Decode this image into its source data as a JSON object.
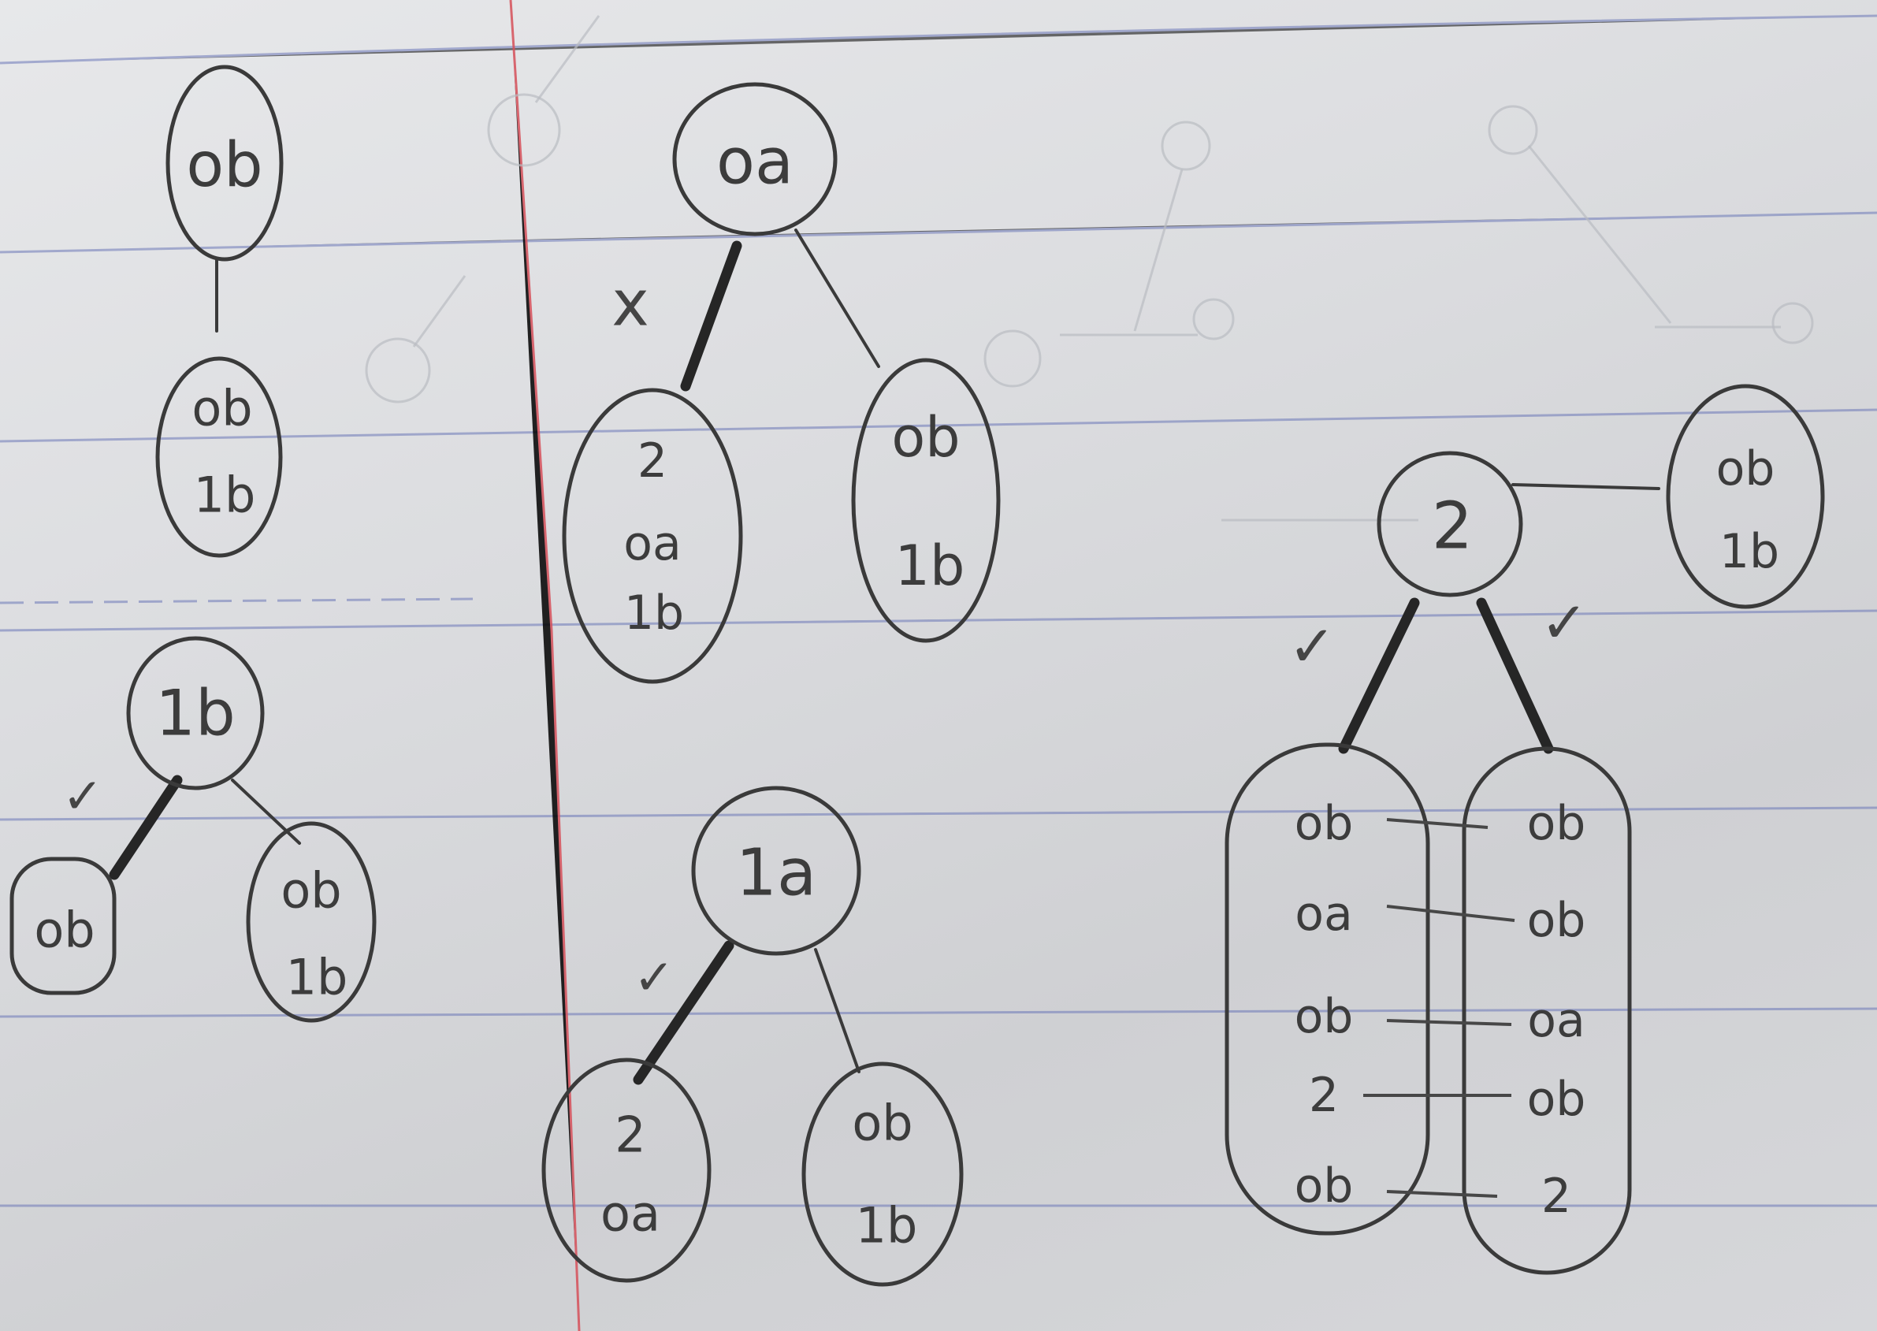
{
  "diagram": {
    "tree_top_left": {
      "root": "ob",
      "child": [
        "ob",
        "1b"
      ]
    },
    "tree_top_middle": {
      "root": "oa",
      "left_mark": "x",
      "left_child": [
        "2",
        "oa",
        "1b"
      ],
      "right_child": [
        "ob",
        "1b"
      ]
    },
    "tree_bottom_left": {
      "root": "1b",
      "left_mark": "✓",
      "left_child": [
        "ob"
      ],
      "right_child": [
        "ob",
        "1b"
      ]
    },
    "tree_bottom_middle": {
      "root": "1a",
      "left_mark": "✓",
      "left_child": [
        "2",
        "oa"
      ],
      "right_child": [
        "ob",
        "1b"
      ]
    },
    "tree_right": {
      "root": "2",
      "side_node": [
        "ob",
        "1b"
      ],
      "left_mark": "✓",
      "right_mark": "✓",
      "left_column": [
        "ob",
        "oa",
        "ob",
        "2",
        "ob"
      ],
      "right_column": [
        "ob",
        "ob",
        "oa",
        "ob",
        "2"
      ]
    }
  },
  "colors": {
    "paper": "#dcdde0",
    "ruled_lines": "#6c78b8",
    "margin_line": "#d6505a",
    "pencil": "#3a3a3a"
  }
}
